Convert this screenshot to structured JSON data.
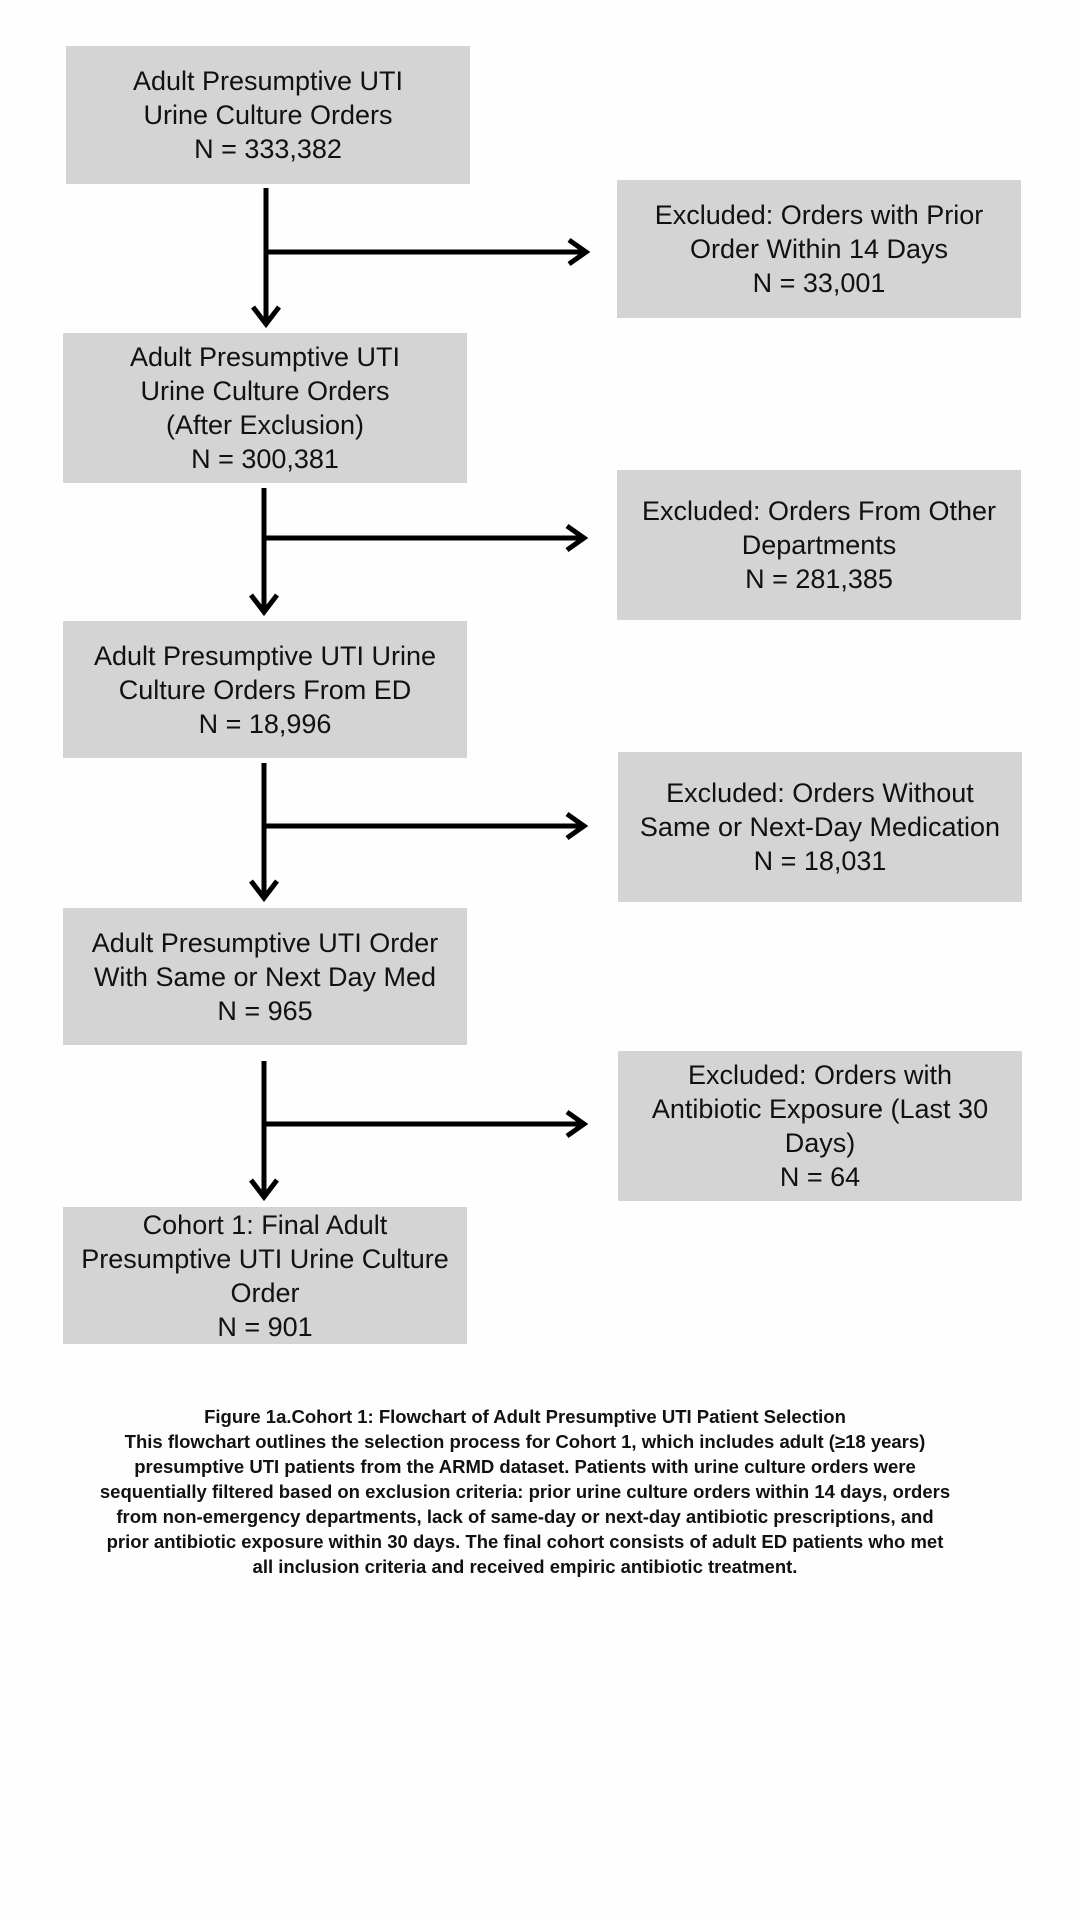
{
  "main_boxes": [
    {
      "lines": [
        "Adult Presumptive UTI",
        "Urine Culture Orders",
        "N = 333,382"
      ]
    },
    {
      "lines": [
        "Adult Presumptive UTI",
        "Urine Culture Orders",
        "(After Exclusion)",
        "N = 300,381"
      ]
    },
    {
      "lines": [
        "Adult Presumptive UTI Urine",
        "Culture Orders From ED",
        "N = 18,996"
      ]
    },
    {
      "lines": [
        "Adult Presumptive UTI Order",
        "With Same or Next Day Med",
        "N = 965"
      ]
    },
    {
      "lines": [
        "Cohort 1: Final Adult",
        "Presumptive UTI Urine Culture",
        "Order",
        "N = 901"
      ]
    }
  ],
  "exclusion_boxes": [
    {
      "lines": [
        "Excluded: Orders with Prior",
        "Order Within 14 Days",
        "N = 33,001"
      ]
    },
    {
      "lines": [
        "Excluded: Orders From Other",
        "Departments",
        "N = 281,385"
      ]
    },
    {
      "lines": [
        "Excluded: Orders Without",
        "Same or Next-Day Medication",
        "N = 18,031"
      ]
    },
    {
      "lines": [
        "Excluded: Orders with",
        "Antibiotic Exposure (Last 30",
        "Days)",
        "N = 64"
      ]
    }
  ],
  "caption": {
    "title": "Figure 1a.Cohort 1: Flowchart of Adult Presumptive UTI Patient Selection",
    "lines": [
      "This flowchart outlines the selection process for Cohort 1, which includes adult (≥18 years)",
      "presumptive UTI patients from the ARMD dataset. Patients with urine culture orders were",
      "sequentially filtered based on exclusion criteria: prior urine culture orders within 14 days, orders",
      "from non-emergency departments, lack of same-day or next-day antibiotic prescriptions, and",
      "prior antibiotic exposure within 30 days. The final cohort consists of adult ED patients who met",
      "all inclusion criteria and received empiric antibiotic treatment."
    ]
  },
  "colors": {
    "box_fill": "#d4d4d4",
    "arrow": "#000000",
    "background": "#fefefe"
  }
}
